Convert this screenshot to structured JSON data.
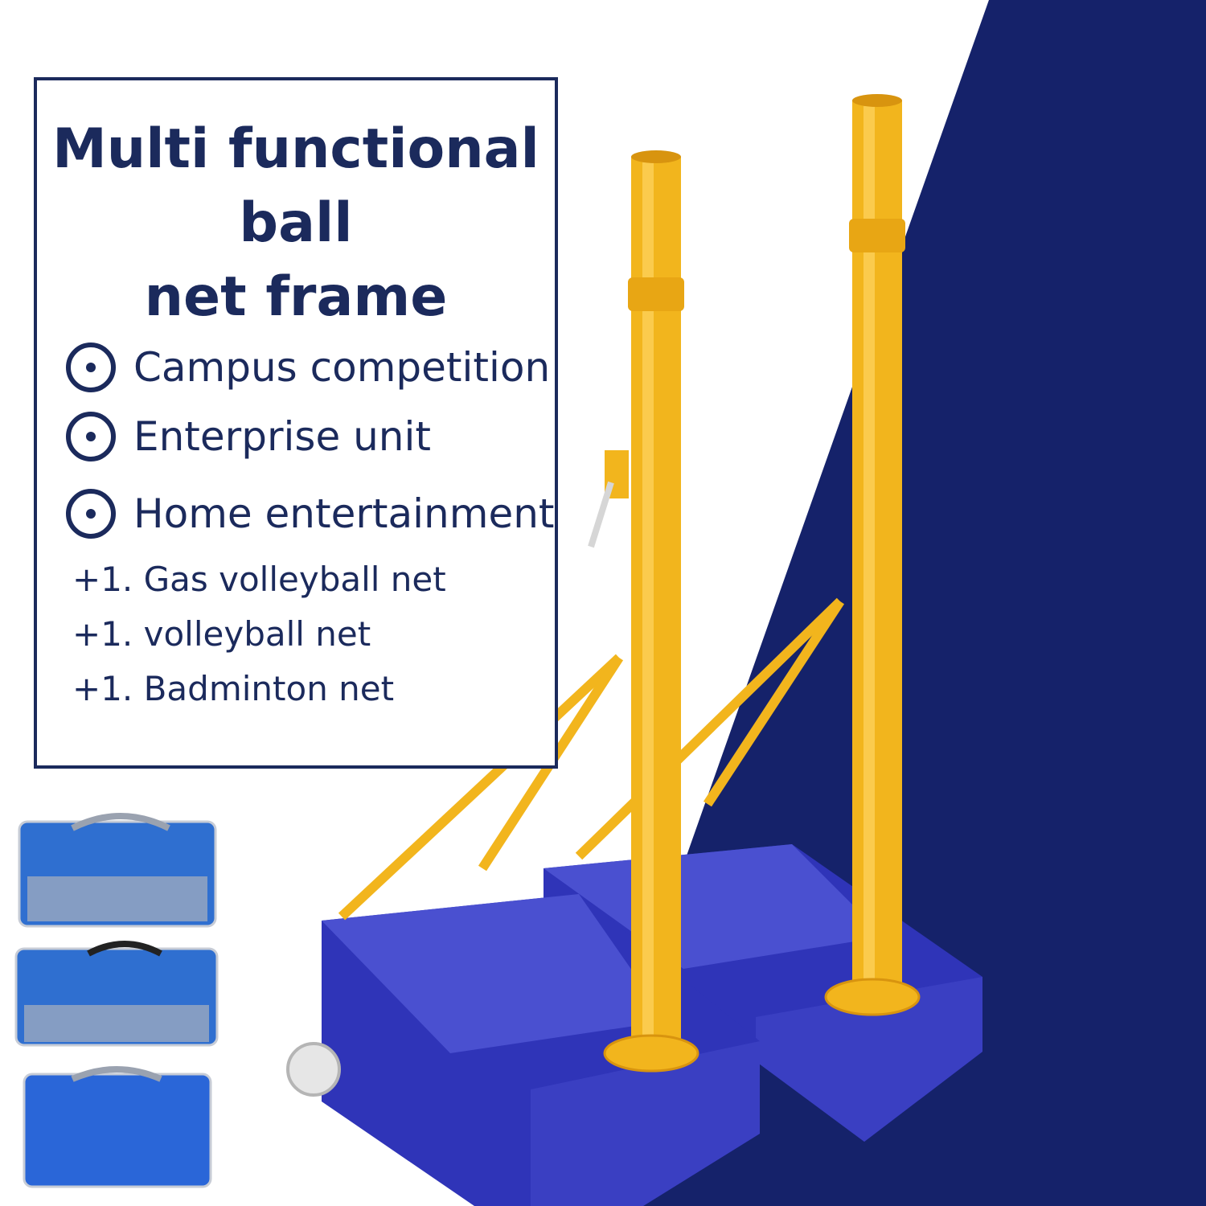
{
  "colors": {
    "navy": "#1b2a5c",
    "panel_blue": "#15226a",
    "pole": "#f2b51d",
    "base": "#3a3fc2"
  },
  "title_lines": [
    "Multi functional",
    "ball",
    "net frame"
  ],
  "uses": [
    {
      "icon": "target-bullet-icon",
      "label": "Campus competition"
    },
    {
      "icon": "target-bullet-icon",
      "label": "Enterprise unit"
    },
    {
      "icon": "target-bullet-icon",
      "label": "Home entertainment"
    }
  ],
  "includes": [
    "+1. Gas volleyball net",
    "+1. volleyball net",
    "+1. Badminton net"
  ],
  "product_images": [
    "volleyball-net-post-illustration",
    "net-carry-bag-illustration"
  ]
}
